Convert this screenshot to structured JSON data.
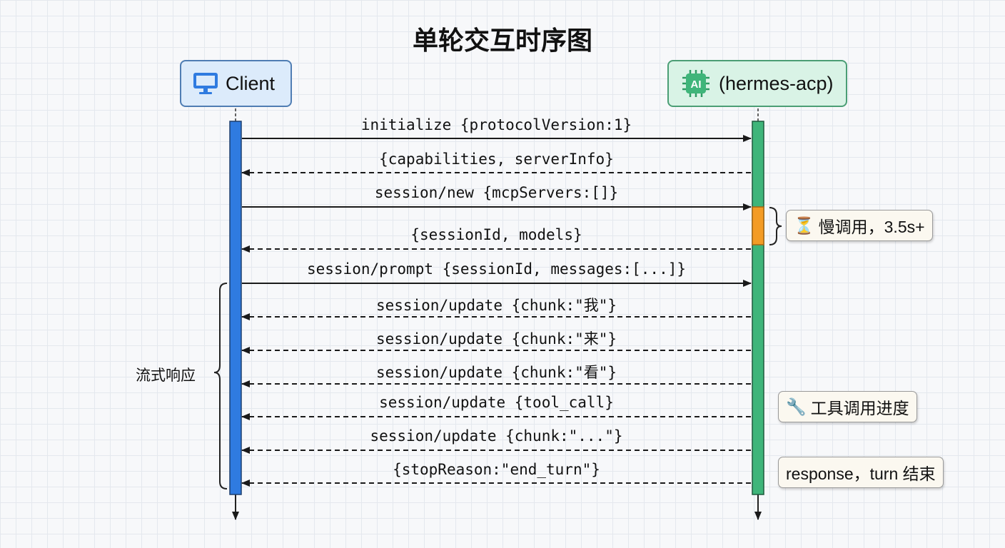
{
  "title": "单轮交互时序图",
  "actors": {
    "client": {
      "label": "Client",
      "icon": "monitor-icon",
      "color": "#2f7be0"
    },
    "server": {
      "label": "(hermes-acp)",
      "icon_text": "AI",
      "icon": "ai-chip-icon",
      "color": "#3fb57a"
    }
  },
  "messages": [
    {
      "text": "initialize {protocolVersion:1}",
      "direction": "to-server",
      "style": "solid"
    },
    {
      "text": "{capabilities, serverInfo}",
      "direction": "to-client",
      "style": "dashed"
    },
    {
      "text": "session/new {mcpServers:[]}",
      "direction": "to-server",
      "style": "solid"
    },
    {
      "text": "{sessionId, models}",
      "direction": "to-client",
      "style": "dashed"
    },
    {
      "text": "session/prompt {sessionId, messages:[...]}",
      "direction": "to-server",
      "style": "solid"
    },
    {
      "text": "session/update {chunk:\"我\"}",
      "direction": "to-client",
      "style": "dashed"
    },
    {
      "text": "session/update {chunk:\"来\"}",
      "direction": "to-client",
      "style": "dashed"
    },
    {
      "text": "session/update {chunk:\"看\"}",
      "direction": "to-client",
      "style": "dashed"
    },
    {
      "text": "session/update {tool_call}",
      "direction": "to-client",
      "style": "dashed"
    },
    {
      "text": "session/update {chunk:\"...\"}",
      "direction": "to-client",
      "style": "dashed"
    },
    {
      "text": "{stopReason:\"end_turn\"}",
      "direction": "to-client",
      "style": "dashed"
    }
  ],
  "notes": {
    "slow": {
      "icon": "hourglass-icon",
      "glyph": "⏳",
      "text": "慢调用，3.5s+"
    },
    "tool": {
      "icon": "wrench-icon",
      "glyph": "🔧",
      "text": "工具调用进度"
    },
    "end": {
      "text": "response，turn 结束"
    }
  },
  "stream_label": "流式响应",
  "colors": {
    "slow_highlight": "#f39c26",
    "client_bar": "#2f7be0",
    "server_bar": "#3fb57a"
  }
}
